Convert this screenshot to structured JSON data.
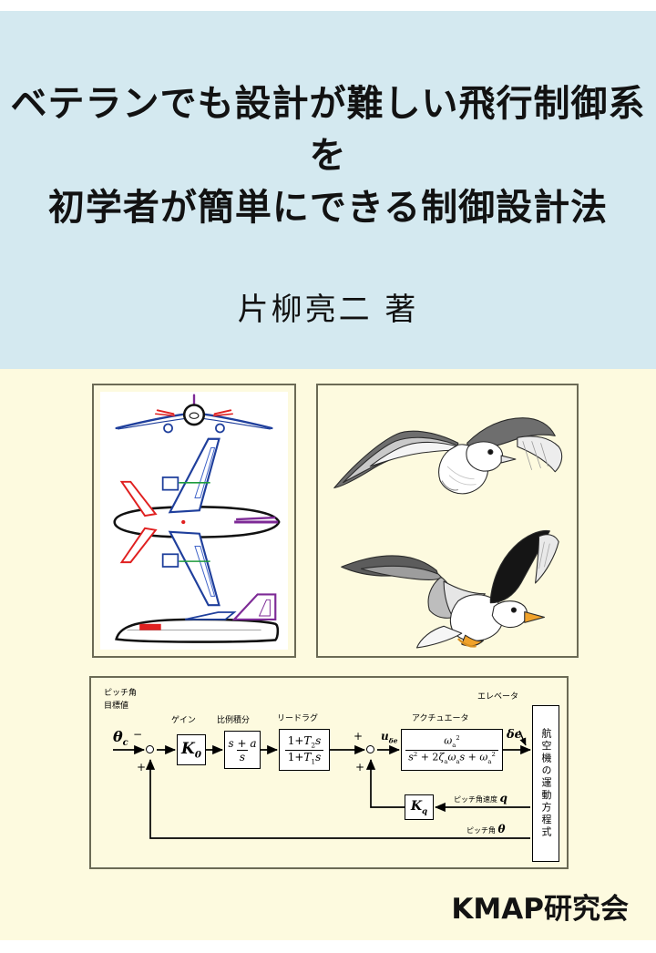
{
  "cover": {
    "title_lines": [
      "ベテランでも設計が難しい飛行制御系を",
      "初学者が簡単にできる制御設計法"
    ],
    "author": "片柳亮二  著",
    "publisher": "KMAP研究会",
    "colors": {
      "band_blue": "#d4e9f0",
      "band_cream": "#fdfadf",
      "panel_border": "#6b6a55",
      "text": "#121212"
    }
  },
  "panels": {
    "aircraft": {
      "name": "三面図",
      "description": "旅客機の三面図（正面図・平面図・側面図）",
      "colors": {
        "outline": "#111111",
        "wing": "#1f3f9c",
        "tail_red": "#e02020",
        "fin_purple": "#8b2fa0",
        "control_green": "#1f9c3f",
        "cg_dot": "#e02020"
      }
    },
    "birds": {
      "name": "カモメ",
      "description": "飛翔する2羽のカモメ",
      "colors": {
        "body": "#ffffff",
        "wing_dark": "#3a3a3a",
        "wing_gray": "#b9bcc0",
        "beak": "#f0a22a",
        "outline": "#262626"
      }
    },
    "diagram": {
      "name": "ピッチ角制御系ブロック線図"
    }
  },
  "block_diagram": {
    "input_label_line1": "ピッチ角",
    "input_label_line2": "目標値",
    "input_symbol": "θ",
    "input_symbol_sub": "c",
    "sum1_top_sign": "−",
    "sum1_bottom_sign": "+",
    "sum2_top_sign": "+",
    "sum2_bottom_sign": "+",
    "blocks": [
      {
        "caption": "ゲイン",
        "kind": "gain",
        "symbol": "K",
        "symbol_sub": "0"
      },
      {
        "caption": "比例積分",
        "kind": "frac",
        "num": "s + a",
        "den": "s"
      },
      {
        "caption": "リードラグ",
        "kind": "frac",
        "num": "1 + T₂ s",
        "den": "1 + T₁ s"
      },
      {
        "caption": "アクチュエータ",
        "kind": "frac",
        "num": "ω²a",
        "den": "s² + 2ζa ωa s + ω²a"
      }
    ],
    "signal_u": "u",
    "signal_u_sub": "δe",
    "elevator_label": "エレベータ",
    "elevator_symbol": "δe",
    "plant_label": "航空機の運動方程式",
    "feedback_rate_label": "ピッチ角速度",
    "feedback_rate_symbol": "q",
    "feedback_rate_gain": "K",
    "feedback_rate_gain_sub": "q",
    "feedback_attitude_label": "ピッチ角",
    "feedback_attitude_symbol": "θ"
  }
}
